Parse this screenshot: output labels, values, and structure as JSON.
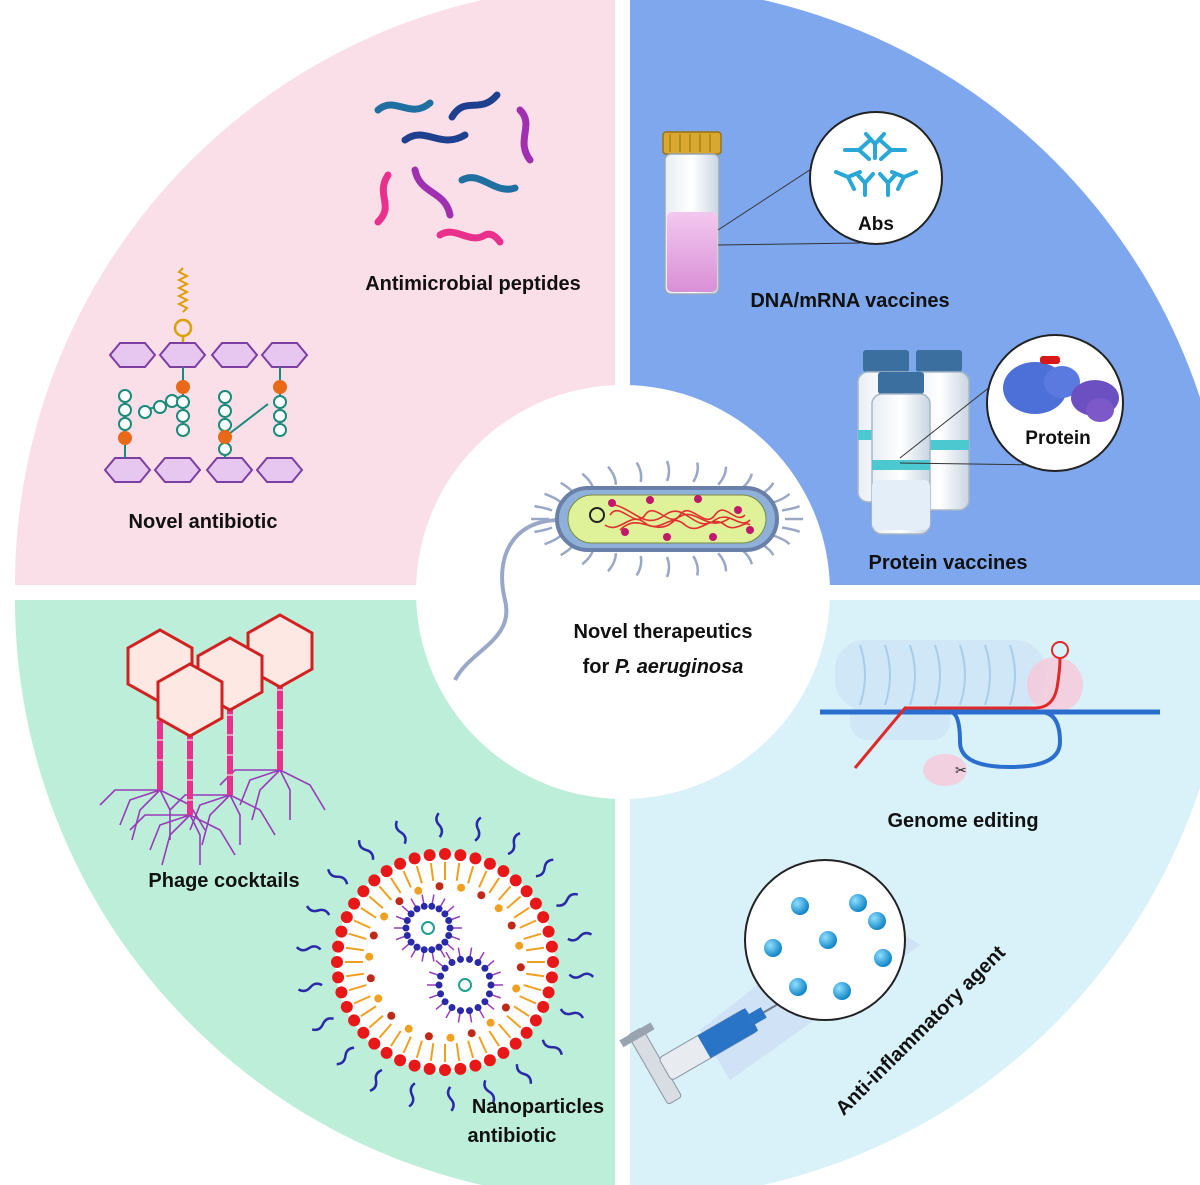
{
  "center": {
    "line1": "Novel therapeutics",
    "line2_prefix": "for ",
    "line2_italic": "P. aeruginosa"
  },
  "quadrants": {
    "top_left": {
      "color": "#fbdfe8",
      "labels": {
        "peptides": "Antimicrobial peptides",
        "antibiotic": "Novel antibiotic"
      }
    },
    "top_right": {
      "color": "#7ea7ee",
      "labels": {
        "abs": "Abs",
        "dna_vaccines": "DNA/mRNA vaccines",
        "protein": "Protein",
        "protein_vaccines": "Protein vaccines"
      }
    },
    "bottom_left": {
      "color": "#bdeed9",
      "labels": {
        "phage": "Phage cocktails",
        "nano_line1": "Nanoparticles",
        "nano_line2": "antibiotic"
      }
    },
    "bottom_right": {
      "color": "#d9f1f8",
      "labels": {
        "genome": "Genome editing",
        "anti_inflammatory": "Anti-inflammatory agent"
      }
    }
  },
  "icons": [
    "bacterium-icon",
    "peptide-strands-icon",
    "peptidoglycan-icon",
    "vial-icon",
    "antibody-icon",
    "protein-vials-icon",
    "protein-structure-icon",
    "phage-icon",
    "nanoparticle-icon",
    "crispr-icon",
    "syringe-icon",
    "particles-icon"
  ]
}
